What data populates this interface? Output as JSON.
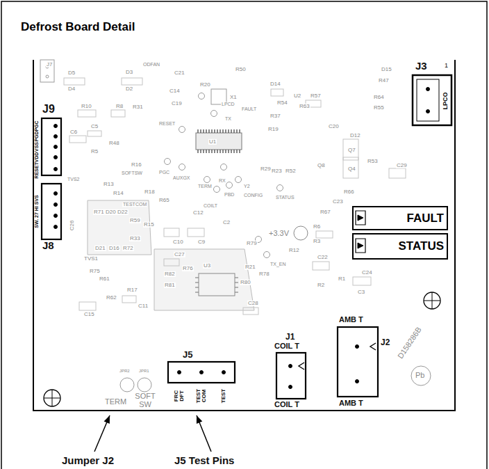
{
  "diagram": {
    "title": "Defrost Board Detail",
    "nodes": [
      {
        "text": [
          "FAULT"
        ]
      },
      {
        "text": [
          "STATUS"
        ]
      }
    ],
    "labels": [
      "J7",
      "D5",
      "D4",
      "D3",
      "D2",
      "ODFAN",
      "C21",
      "R20",
      "X1",
      "R50",
      "D14",
      "C14",
      "C19",
      "R10",
      "R8",
      "R31",
      "LPCD",
      "FAULT",
      "TX",
      "R54",
      "U2",
      "R57",
      "R63",
      "R37",
      "R19",
      "C20",
      "D12",
      "Q7",
      "Q4",
      "R53",
      "C29",
      "R64",
      "R55",
      "R47",
      "D15",
      "RESET",
      "C6",
      "C5",
      "R48",
      "R5",
      "SOFTSW",
      "R16",
      "PGC",
      "AUXGX",
      "R13",
      "R14",
      "R18",
      "TERM",
      "RX",
      "PBD",
      "TESTCOM",
      "R65",
      "R15",
      "C12",
      "COILT",
      "C2",
      "Y2",
      "CONFIG",
      "STATUS",
      "R29",
      "R23",
      "R52",
      "Q8",
      "R67",
      "R66",
      "C23",
      "R6",
      "R3",
      "C22",
      "R2",
      "R1",
      "C24",
      "C3",
      "R12",
      "TX_EN",
      "R79",
      "R78",
      "R80",
      "R21",
      "U3",
      "C27",
      "R82",
      "R76",
      "R81",
      "C28",
      "C10",
      "C9",
      "R71",
      "D20",
      "D22",
      "R59",
      "C26",
      "R33",
      "D21",
      "D16",
      "R72",
      "TVS2",
      "TVS1",
      "R75",
      "R61",
      "R62",
      "R17",
      "C11",
      "C15",
      "JPR2",
      "JPR1",
      "TERM",
      "SOFT SW",
      "+3.3V",
      "U1",
      "D158286B",
      "J9",
      "PGC",
      "PGD",
      "VSS",
      "VDD",
      "RESET",
      "SW. 27 HI SVS",
      "J8",
      "J3",
      "1",
      "LPCO",
      "J5",
      "FRC DFT",
      "TEST COM",
      "TEST",
      "J1",
      "COIL T",
      "COIL T",
      "AMB T",
      "AMB T",
      "J2",
      "Jumper J2",
      "J5 Test Pins",
      "Pb"
    ]
  }
}
